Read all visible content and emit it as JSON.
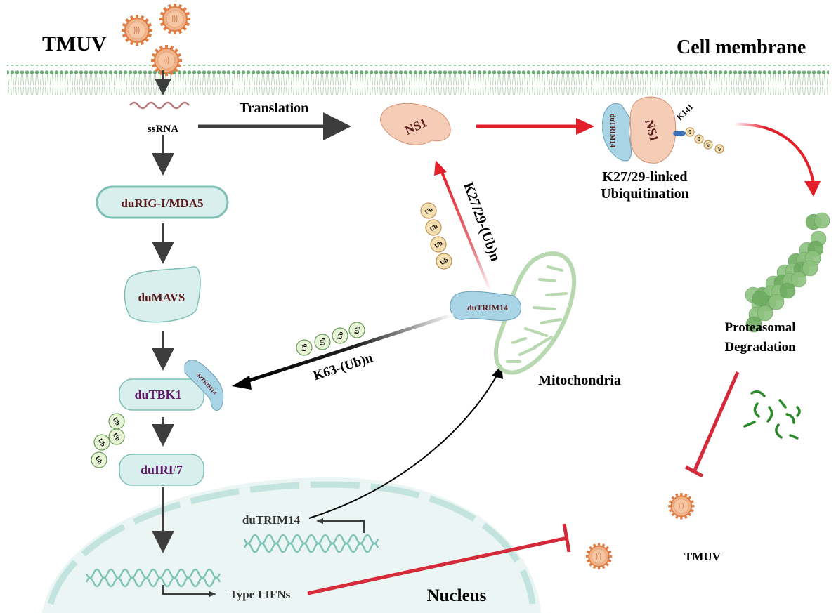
{
  "title_left": "TMUV",
  "title_right": "Cell membrane",
  "ssrna": "ssRNA",
  "translation": "Translation",
  "ns1": "NS1",
  "complex": {
    "trim": "duTRIM14",
    "ns1": "NS1",
    "site": "K141",
    "ub": [
      "Ub",
      "Ub",
      "Ub",
      "Ub"
    ],
    "caption_line1": "K27/29-linked",
    "caption_line2": "Ubiquitination"
  },
  "pathway": {
    "rig": "duRIG-I/MDA5",
    "mavs": "duMAVS",
    "tbk1": "duTBK1",
    "tbk1_trim": "duTRIM14",
    "irf7": "duIRF7",
    "tbk1_ub": [
      "Ub",
      "Ub",
      "Ub",
      "Ub"
    ]
  },
  "trim_mito": "duTRIM14",
  "k27_label": "K27/29-(Ub)n",
  "k27_ub": [
    "Ub",
    "Ub",
    "Ub",
    "Ub"
  ],
  "k63_label": "K63-(Ub)n",
  "k63_ub": [
    "Ub",
    "Ub",
    "Ub",
    "Ub"
  ],
  "mitochondria": "Mitochondria",
  "proteasome": {
    "line1": "Proteasomal",
    "line2": "Degradation"
  },
  "nucleus": {
    "label": "Nucleus",
    "trim_gene": "duTRIM14",
    "ifn": "Type I IFNs"
  },
  "tmuv_bottom": "TMUV",
  "colors": {
    "red_arrow": "#e3202a",
    "inhibit": "#d42a3a",
    "dark_arrow": "#3d3d3d",
    "node_fill": "#d8efed",
    "node_stroke": "#7fbfb6",
    "node_text_brown": "#5a1a1a",
    "node_text_purple": "#5e1a66",
    "trim_fill": "#a9d4e6",
    "ns1_fill": "#f5cdb6",
    "ub_fill": "#f3dfb0",
    "ub_green": "#e6f3d5",
    "membrane": "#6aa874",
    "mito": "#b8d8b0",
    "proteasome": "#7cb86c",
    "virus": "#e8955e"
  }
}
